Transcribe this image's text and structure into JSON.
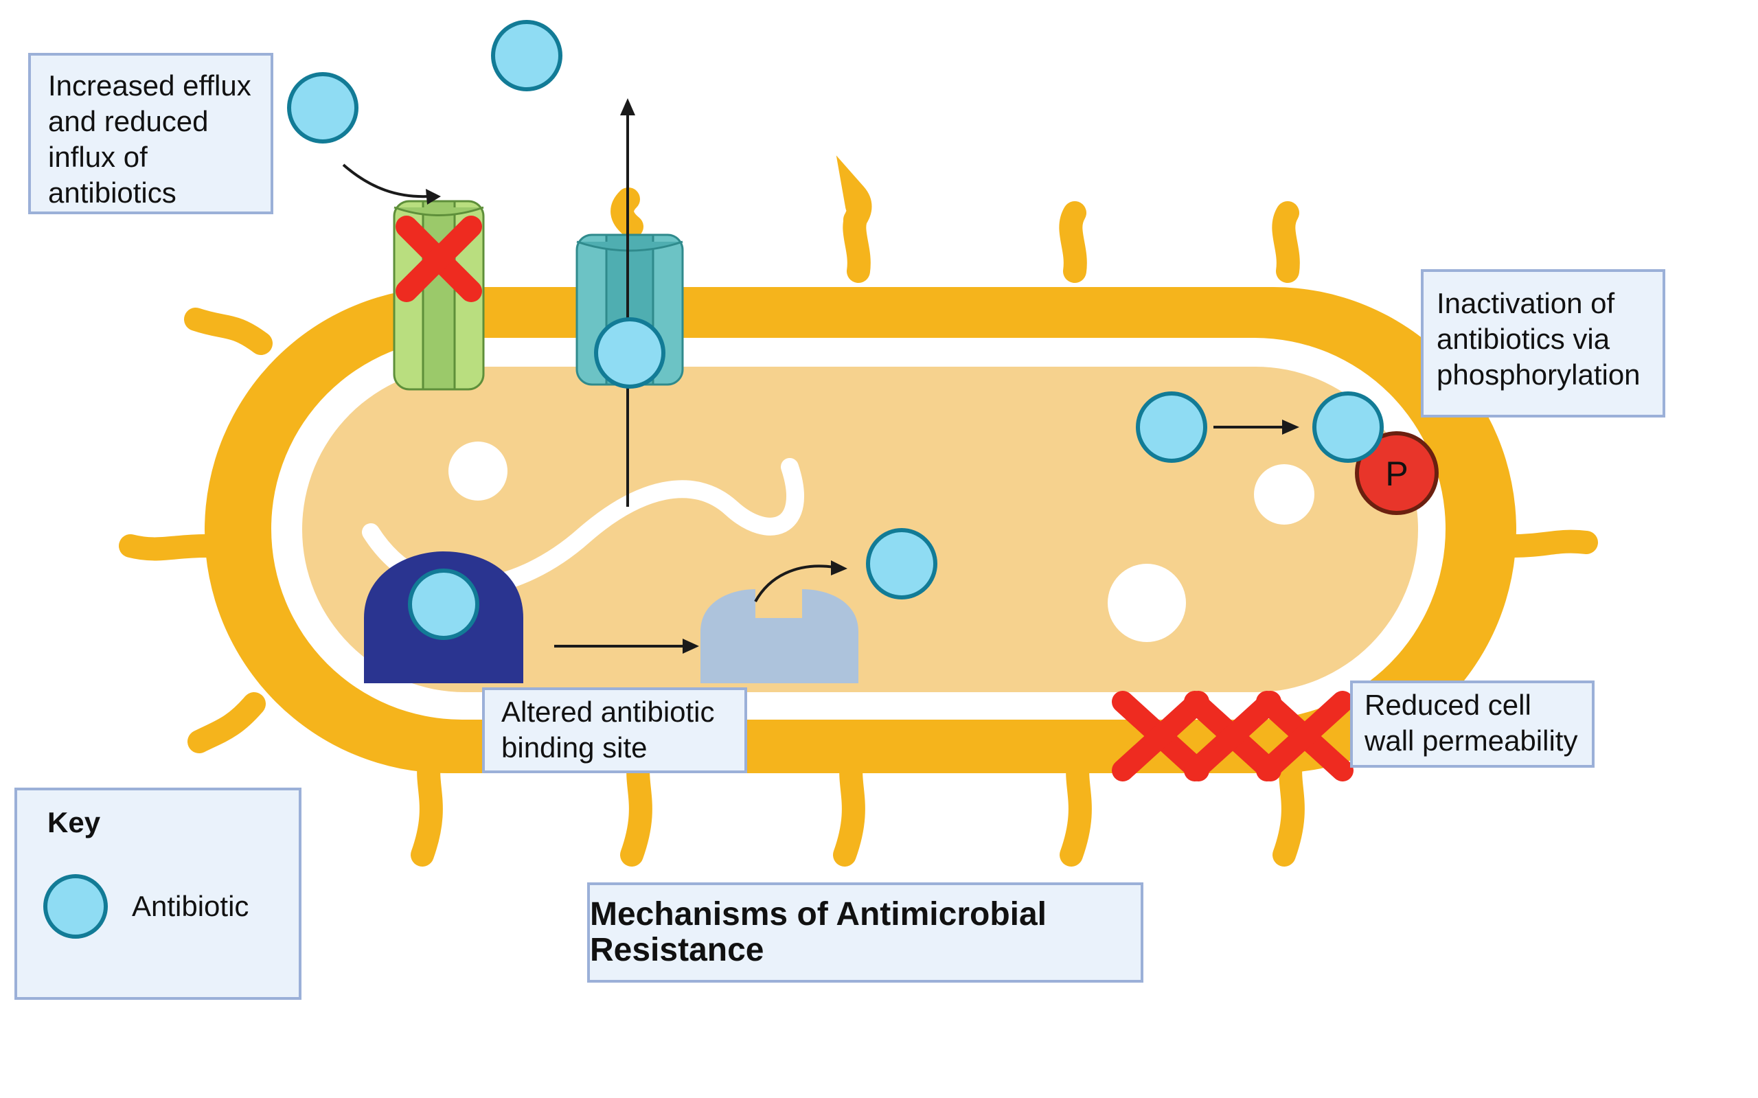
{
  "title": "Mechanisms of Antimicrobial Resistance",
  "annotations": {
    "efflux": "Increased efflux\nand reduced\ninflux of\nantibiotics",
    "inactivation": "Inactivation of\nantibiotics via\nphosphorylation",
    "binding_site": "Altered antibiotic\nbinding site",
    "permeability": "Reduced cell\nwall permeability"
  },
  "phosphate_label": "P",
  "key": {
    "title": "Key",
    "antibiotic_label": "Antibiotic"
  },
  "colors": {
    "cell_wall": "#f5b41c",
    "cytoplasm": "#f6d28e",
    "antibiotic_fill": "#8fdcf3",
    "antibiotic_stroke": "#127b96",
    "porin_green": "#b9de7f",
    "efflux_pump_teal": "#5fbfc1",
    "blocked_x": "#ee2b20",
    "phosphate": "#e8352a",
    "target_protein": "#2a3490",
    "altered_target": "#adc3dc"
  }
}
